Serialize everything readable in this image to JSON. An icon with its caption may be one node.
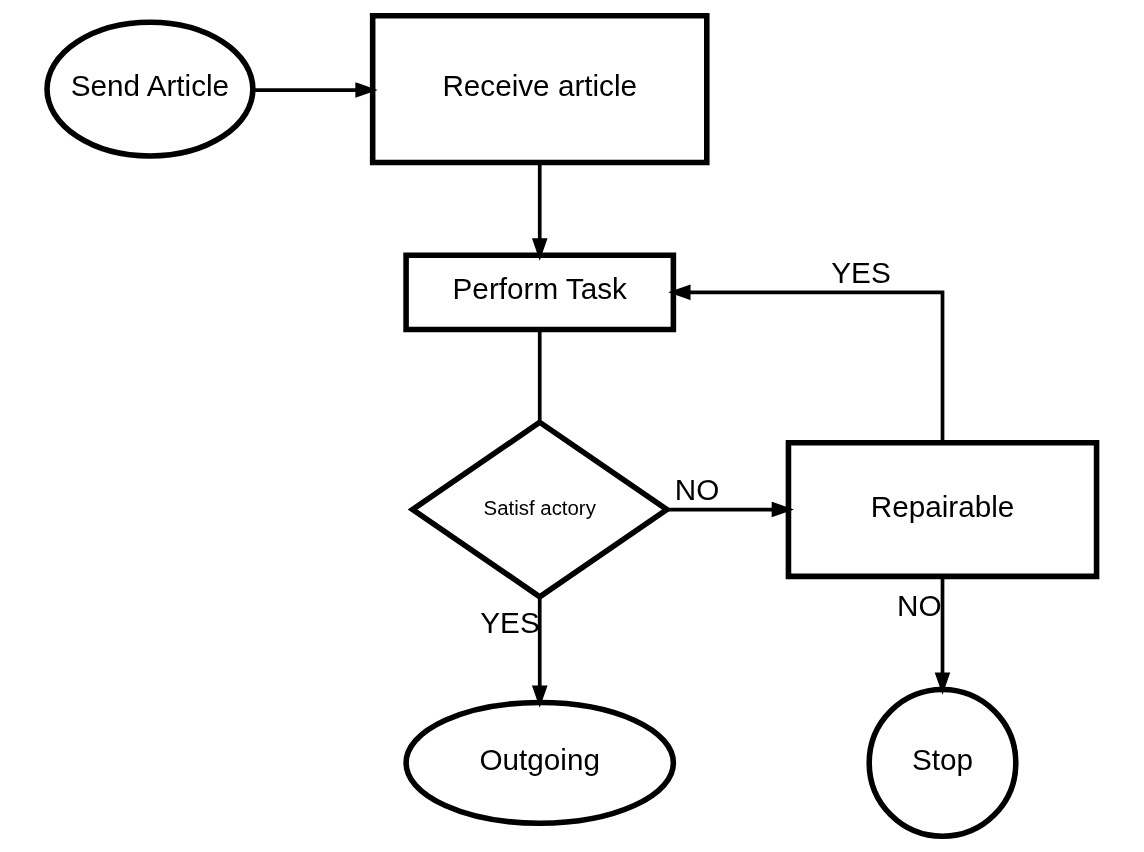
{
  "diagram": {
    "nodes": [
      {
        "text": [
          "Send Article"
        ]
      },
      {
        "text": [
          "Receive article"
        ]
      },
      {
        "text": [
          "Perform Task"
        ]
      },
      {
        "text": [
          "Satisf actory"
        ]
      },
      {
        "text": [
          "Repairable"
        ]
      },
      {
        "text": [
          "Outgoing"
        ]
      },
      {
        "text": [
          "Stop"
        ]
      }
    ],
    "edges": [
      {
        "from": 0,
        "to": 1,
        "arrow": "to"
      },
      {
        "from": 1,
        "to": 2,
        "arrow": "to"
      },
      {
        "from": 2,
        "to": 3,
        "arrow": "none"
      },
      {
        "from": 3,
        "to": 4,
        "arrow": "to",
        "label": "NO"
      },
      {
        "from": 3,
        "to": 5,
        "arrow": "to",
        "label": "YES"
      },
      {
        "from": 4,
        "to": 6,
        "arrow": "to",
        "label": "NO"
      },
      {
        "from": 4,
        "to": 2,
        "arrow": "to",
        "label": "YES"
      }
    ]
  }
}
